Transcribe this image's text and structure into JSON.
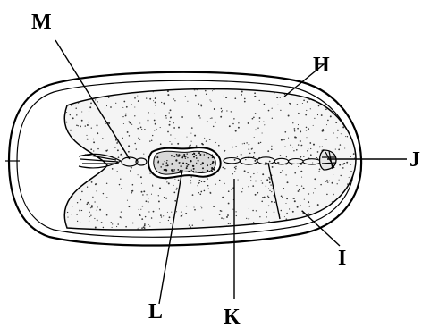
{
  "diagram": {
    "labels": {
      "M": "M",
      "H": "H",
      "J": "J",
      "I": "I",
      "L": "L",
      "K": "K"
    }
  }
}
